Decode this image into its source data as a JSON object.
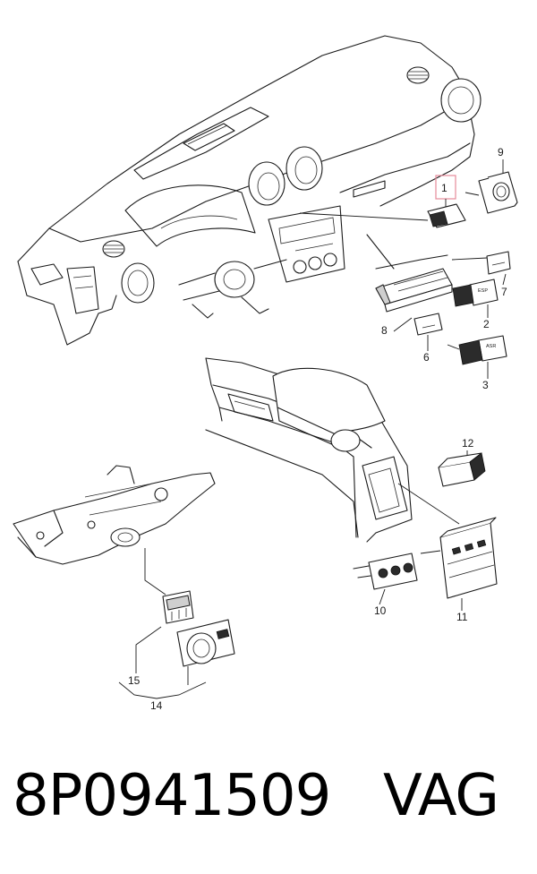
{
  "callouts": {
    "c1": "1",
    "c2": "2",
    "c3": "3",
    "c6": "6",
    "c7": "7",
    "c8": "8",
    "c9": "9",
    "c10": "10",
    "c11": "11",
    "c12": "12",
    "c14": "14",
    "c15": "15"
  },
  "switch_labels": {
    "esp": "ESP",
    "asr": "ASR"
  },
  "footer": {
    "part_number": "8P0941509",
    "brand": "VAG"
  },
  "colors": {
    "line": "#1a1a1a",
    "highlight_box": "#e58a9a",
    "background": "#ffffff"
  }
}
